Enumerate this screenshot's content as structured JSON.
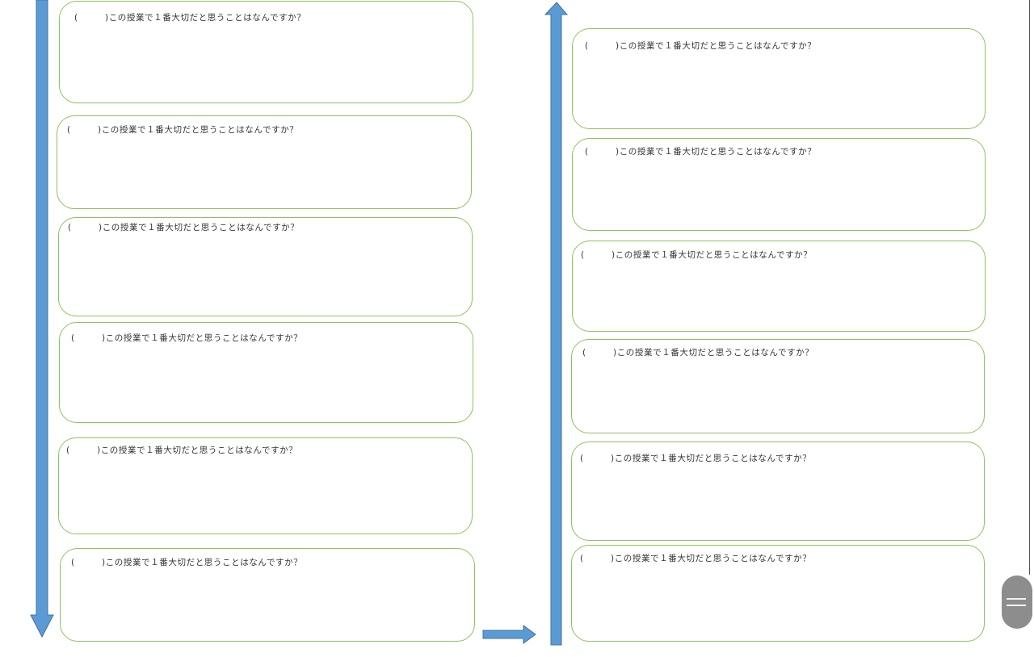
{
  "worksheet": {
    "prompt": "(　　　)この授業で１番大切だと思うことはなんですか？",
    "left_column": [
      {
        "id": "L1"
      },
      {
        "id": "L2"
      },
      {
        "id": "L3"
      },
      {
        "id": "L4"
      },
      {
        "id": "L5"
      },
      {
        "id": "L6"
      }
    ],
    "right_column": [
      {
        "id": "R1"
      },
      {
        "id": "R2"
      },
      {
        "id": "R3"
      },
      {
        "id": "R4"
      },
      {
        "id": "R5"
      },
      {
        "id": "R6"
      }
    ]
  },
  "colors": {
    "box_border": "#8cc35a",
    "arrow_fill": "#5b9bd5",
    "arrow_stroke": "#41719c",
    "text": "#333333",
    "scroll_handle": "#8d8d8d"
  },
  "icons": {
    "down_arrow": "down-arrow-icon",
    "right_arrow": "right-arrow-icon",
    "up_arrow": "up-arrow-icon",
    "scroll_handle": "hamburger-icon"
  }
}
